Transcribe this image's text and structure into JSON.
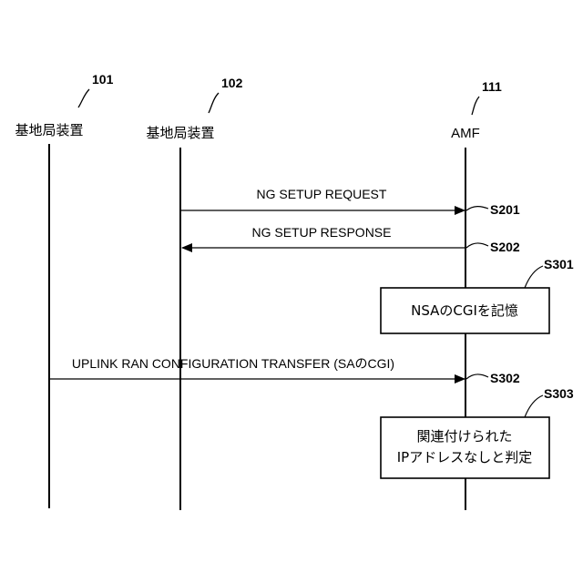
{
  "entities": [
    {
      "ref": "101",
      "name": "基地局装置"
    },
    {
      "ref": "102",
      "name": "基地局装置"
    },
    {
      "ref": "111",
      "name": "AMF"
    }
  ],
  "messages": [
    {
      "label": "NG SETUP REQUEST",
      "step": "S201"
    },
    {
      "label": "NG SETUP RESPONSE",
      "step": "S202"
    },
    {
      "label": "UPLINK RAN CONFIGURATION TRANSFER (SAのCGI)",
      "step": "S302"
    }
  ],
  "processes": [
    {
      "step": "S301",
      "lines": [
        "NSAのCGIを記憶"
      ]
    },
    {
      "step": "S303",
      "lines": [
        "関連付けられた",
        "IPアドレスなしと判定"
      ]
    }
  ]
}
